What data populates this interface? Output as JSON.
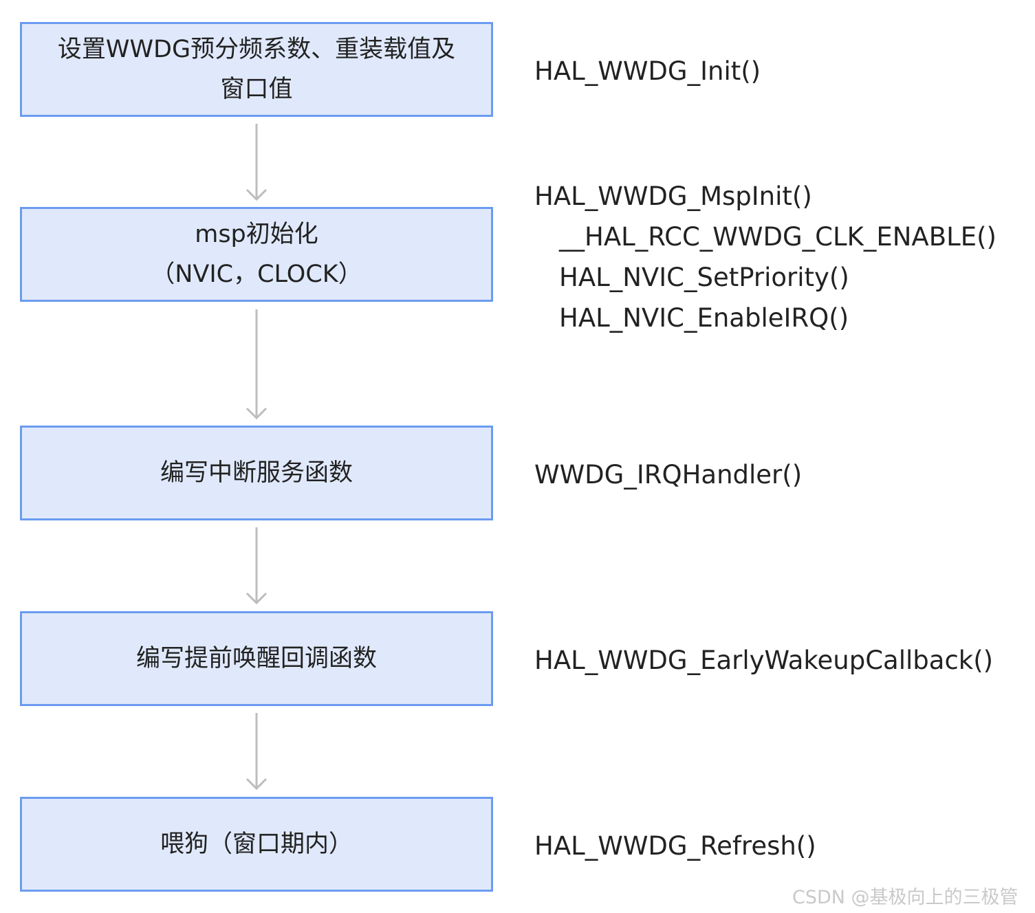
{
  "steps": [
    {
      "lines": [
        "设置WWDG预分频系数、重装载值及",
        "窗口值"
      ],
      "functions": [
        "HAL_WWDG_Init()"
      ]
    },
    {
      "lines": [
        "msp初始化",
        "（NVIC，CLOCK）"
      ],
      "functions": [
        "HAL_WWDG_MspInit()",
        "__HAL_RCC_WWDG_CLK_ENABLE()",
        "HAL_NVIC_SetPriority()",
        "HAL_NVIC_EnableIRQ()"
      ]
    },
    {
      "lines": [
        "编写中断服务函数"
      ],
      "functions": [
        "WWDG_IRQHandler()"
      ]
    },
    {
      "lines": [
        "编写提前唤醒回调函数"
      ],
      "functions": [
        "HAL_WWDG_EarlyWakeupCallback()"
      ]
    },
    {
      "lines": [
        "喂狗（窗口期内）"
      ],
      "functions": [
        "HAL_WWDG_Refresh()"
      ]
    }
  ],
  "watermark": "CSDN @基极向上的三极管",
  "colors": {
    "box_fill": "#e0e9fb",
    "box_border": "#6b9bf0",
    "arrow": "#bdbdbd"
  }
}
